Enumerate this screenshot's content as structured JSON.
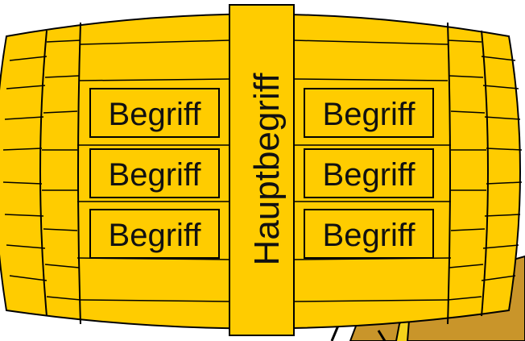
{
  "diagram": {
    "main_term": "Hauptbegriff",
    "left_terms": [
      "Begriff",
      "Begriff",
      "Begriff"
    ],
    "right_terms": [
      "Begriff",
      "Begriff",
      "Begriff"
    ]
  },
  "colors": {
    "barrel_fill": "#ffcc00",
    "barrel_stroke": "#000000",
    "background_figure": "#c9952a",
    "hook": "#f5d21a"
  }
}
